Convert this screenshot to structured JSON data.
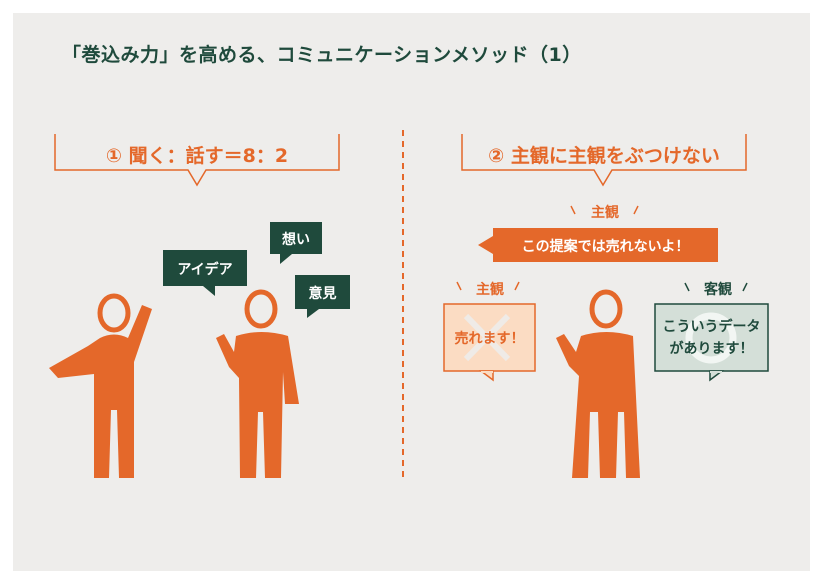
{
  "title": "「巻込み力」を高める、コミュニケーションメソッド（1）",
  "colors": {
    "background": "#eeedeb",
    "page": "#ffffff",
    "accent": "#e4682a",
    "dark_green": "#1f4a3c",
    "light_orange": "#fbdcc3",
    "light_green": "#d4dfd8",
    "divider": "#e4682a"
  },
  "left": {
    "header": "① 聞く：話す＝8：2",
    "bubbles": {
      "idea": "アイデア",
      "feelings": "想い",
      "opinion": "意見"
    }
  },
  "right": {
    "header": "② 主観に主観をぶつけない",
    "top_label": "主観",
    "top_bubble": "この提案では売れないよ！",
    "left_label": "主観",
    "left_bubble": "売れます！",
    "right_label": "客観",
    "right_bubble": "こういうデータ\nがあります！"
  }
}
